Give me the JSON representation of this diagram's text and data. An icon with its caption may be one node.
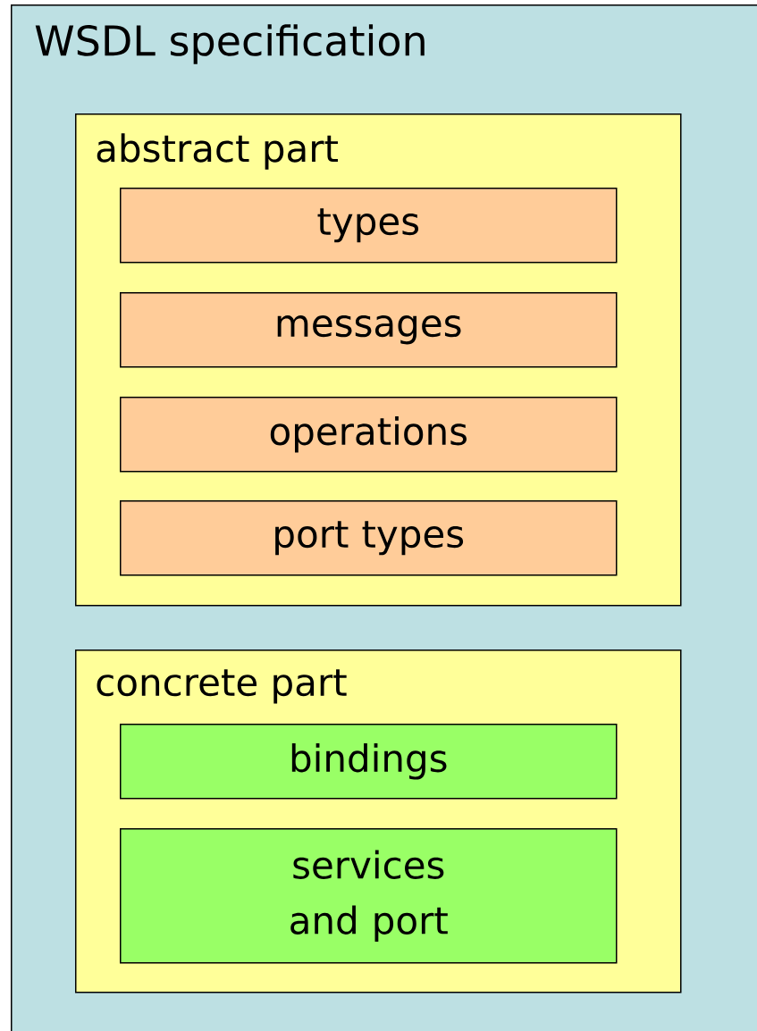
{
  "diagram": {
    "nodes": [
      {
        "text": [
          "WSDL specification"
        ]
      },
      {
        "text": [
          "abstract part"
        ],
        "in": 0
      },
      {
        "text": [
          "types"
        ],
        "in": 1
      },
      {
        "text": [
          "messages"
        ],
        "in": 1
      },
      {
        "text": [
          "operations"
        ],
        "in": 1
      },
      {
        "text": [
          "port types"
        ],
        "in": 1
      },
      {
        "text": [
          "concrete part"
        ],
        "in": 0
      },
      {
        "text": [
          "bindings"
        ],
        "in": 6
      },
      {
        "text": [
          "services and port"
        ],
        "in": 6
      }
    ]
  }
}
